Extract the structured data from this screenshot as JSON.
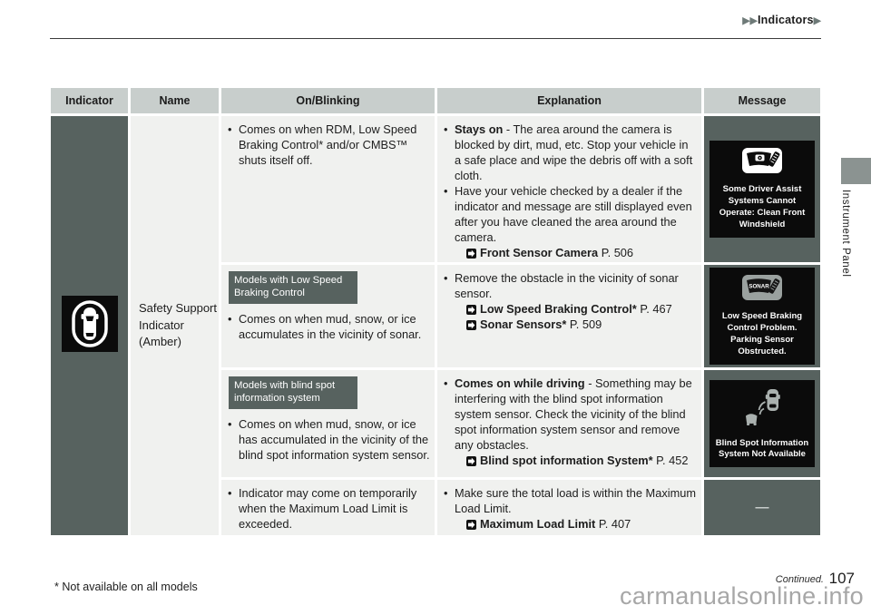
{
  "page": {
    "breadcrumb": "Indicators",
    "side_tab_label": "Instrument Panel",
    "footnote": "* Not available on all models",
    "continued": "Continued.",
    "page_number": "107",
    "watermark": "carmanualsonline.info"
  },
  "colors": {
    "table_dark": "#57625f",
    "header_bg": "#c8cecc",
    "cell_bg": "#f0f1ef",
    "message_box_bg": "#0b0b0b",
    "badge_bg": "#57625f"
  },
  "table": {
    "headers": [
      "Indicator",
      "Name",
      "On/Blinking",
      "Explanation",
      "Message"
    ],
    "indicator_icon": "safety-support-indicator-icon",
    "indicator_name": "Safety Support Indicator (Amber)",
    "rows": [
      {
        "on_blinking": {
          "badge": null,
          "bullets": [
            {
              "bold": "",
              "text": "Comes on when RDM, Low Speed Braking Control* and/or CMBS™ shuts itself off.",
              "refs": []
            }
          ]
        },
        "explanation": {
          "bullets": [
            {
              "bold": "Stays on",
              "text": " - The area around the camera is blocked by dirt, mud, etc. Stop your vehicle in a safe place and wipe the debris off with a soft cloth.",
              "refs": []
            },
            {
              "bold": "",
              "text": "Have your vehicle checked by a dealer if the indicator and message are still displayed even after you have cleaned the area around the camera.",
              "refs": [
                {
                  "label": "Front Sensor Camera",
                  "page": "P. 506"
                }
              ]
            }
          ]
        },
        "message": {
          "type": "box",
          "icon": "windshield-camera-icon",
          "text": "Some Driver Assist Systems Cannot Operate: Clean Front Windshield"
        }
      },
      {
        "on_blinking": {
          "badge": "Models with Low Speed Braking Control",
          "bullets": [
            {
              "bold": "",
              "text": "Comes on when mud, snow, or ice accumulates in the vicinity of sonar.",
              "refs": []
            }
          ]
        },
        "explanation": {
          "bullets": [
            {
              "bold": "",
              "text": "Remove the obstacle in the vicinity of sonar sensor.",
              "refs": [
                {
                  "label": "Low Speed Braking Control*",
                  "page": "P. 467"
                },
                {
                  "label": "Sonar Sensors*",
                  "page": "P. 509"
                }
              ]
            }
          ]
        },
        "message": {
          "type": "box",
          "icon": "sonar-icon",
          "text": "Low Speed Braking Control Problem. Parking Sensor Obstructed."
        }
      },
      {
        "on_blinking": {
          "badge": "Models with blind spot information system",
          "bullets": [
            {
              "bold": "",
              "text": "Comes on when mud, snow, or ice has accumulated in the vicinity of the blind spot information system sensor.",
              "refs": []
            }
          ]
        },
        "explanation": {
          "bullets": [
            {
              "bold": "Comes on while driving",
              "text": " - Something may be interfering with the blind spot information system sensor. Check the vicinity of the blind spot information system sensor and remove any obstacles.",
              "refs": [
                {
                  "label": "Blind spot information System*",
                  "page": "P. 452"
                }
              ]
            }
          ]
        },
        "message": {
          "type": "box",
          "icon": "blind-spot-icon",
          "text": "Blind Spot Information System Not Available"
        }
      },
      {
        "on_blinking": {
          "badge": null,
          "bullets": [
            {
              "bold": "",
              "text": "Indicator may come on temporarily when the Maximum Load Limit is exceeded.",
              "refs": []
            }
          ]
        },
        "explanation": {
          "bullets": [
            {
              "bold": "",
              "text": "Make sure the total load is within the Maximum Load Limit.",
              "refs": [
                {
                  "label": "Maximum Load Limit",
                  "page": "P. 407"
                }
              ]
            }
          ]
        },
        "message": {
          "type": "dash",
          "text": "—"
        }
      }
    ]
  }
}
